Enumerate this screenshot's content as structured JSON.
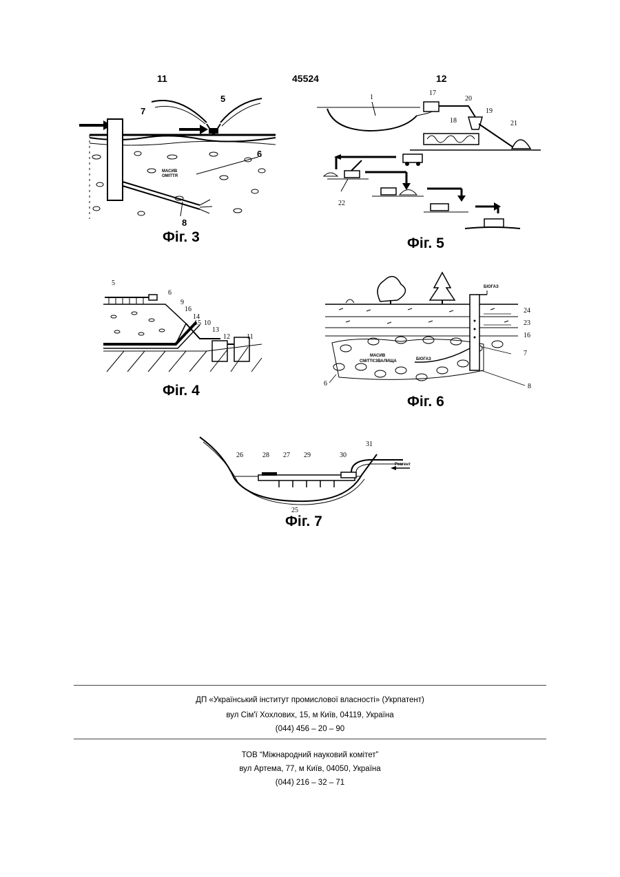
{
  "header": {
    "left_page": "11",
    "patent_number": "45524",
    "right_page": "12"
  },
  "figures": {
    "fig3": {
      "caption": "Фіг. 3",
      "labels": [
        "7",
        "5",
        "6",
        "8"
      ],
      "massif_text_1": "МАСИВ",
      "massif_text_2": "ОМІТТЯ"
    },
    "fig5": {
      "caption": "Фіг. 5",
      "labels": [
        "1",
        "17",
        "20",
        "19",
        "18",
        "21",
        "22"
      ]
    },
    "fig4": {
      "caption": "Фіг. 4",
      "labels": [
        "5",
        "6",
        "9",
        "16",
        "14",
        "15",
        "10",
        "13",
        "12",
        "11"
      ]
    },
    "fig6": {
      "caption": "Фіг. 6",
      "labels": [
        "24",
        "23",
        "16",
        "7",
        "8",
        "6"
      ],
      "biogas_top": "БІОГАЗ",
      "massif_text_1": "МАСИВ",
      "massif_text_2": "СМІТТЄЗВАЛИЩА",
      "biogas_inner": "БІОГАЗ"
    },
    "fig7": {
      "caption": "Фіг. 7",
      "labels": [
        "26",
        "28",
        "27",
        "29",
        "30",
        "31",
        "25"
      ],
      "reagent": "Реагент"
    }
  },
  "footer": {
    "block1": {
      "line1": "ДП «Український інститут промислової власності» (Укрпатент)",
      "line2": "вул  Сім'ї Хохлових, 15, м  Київ, 04119, Україна",
      "line3": "(044) 456 – 20 –  90"
    },
    "block2": {
      "line1": "ТОВ “Міжнародний науковий комітет”",
      "line2": "вул  Артема, 77, м  Київ, 04050, Україна",
      "line3": "(044) 216 – 32 – 71"
    }
  }
}
